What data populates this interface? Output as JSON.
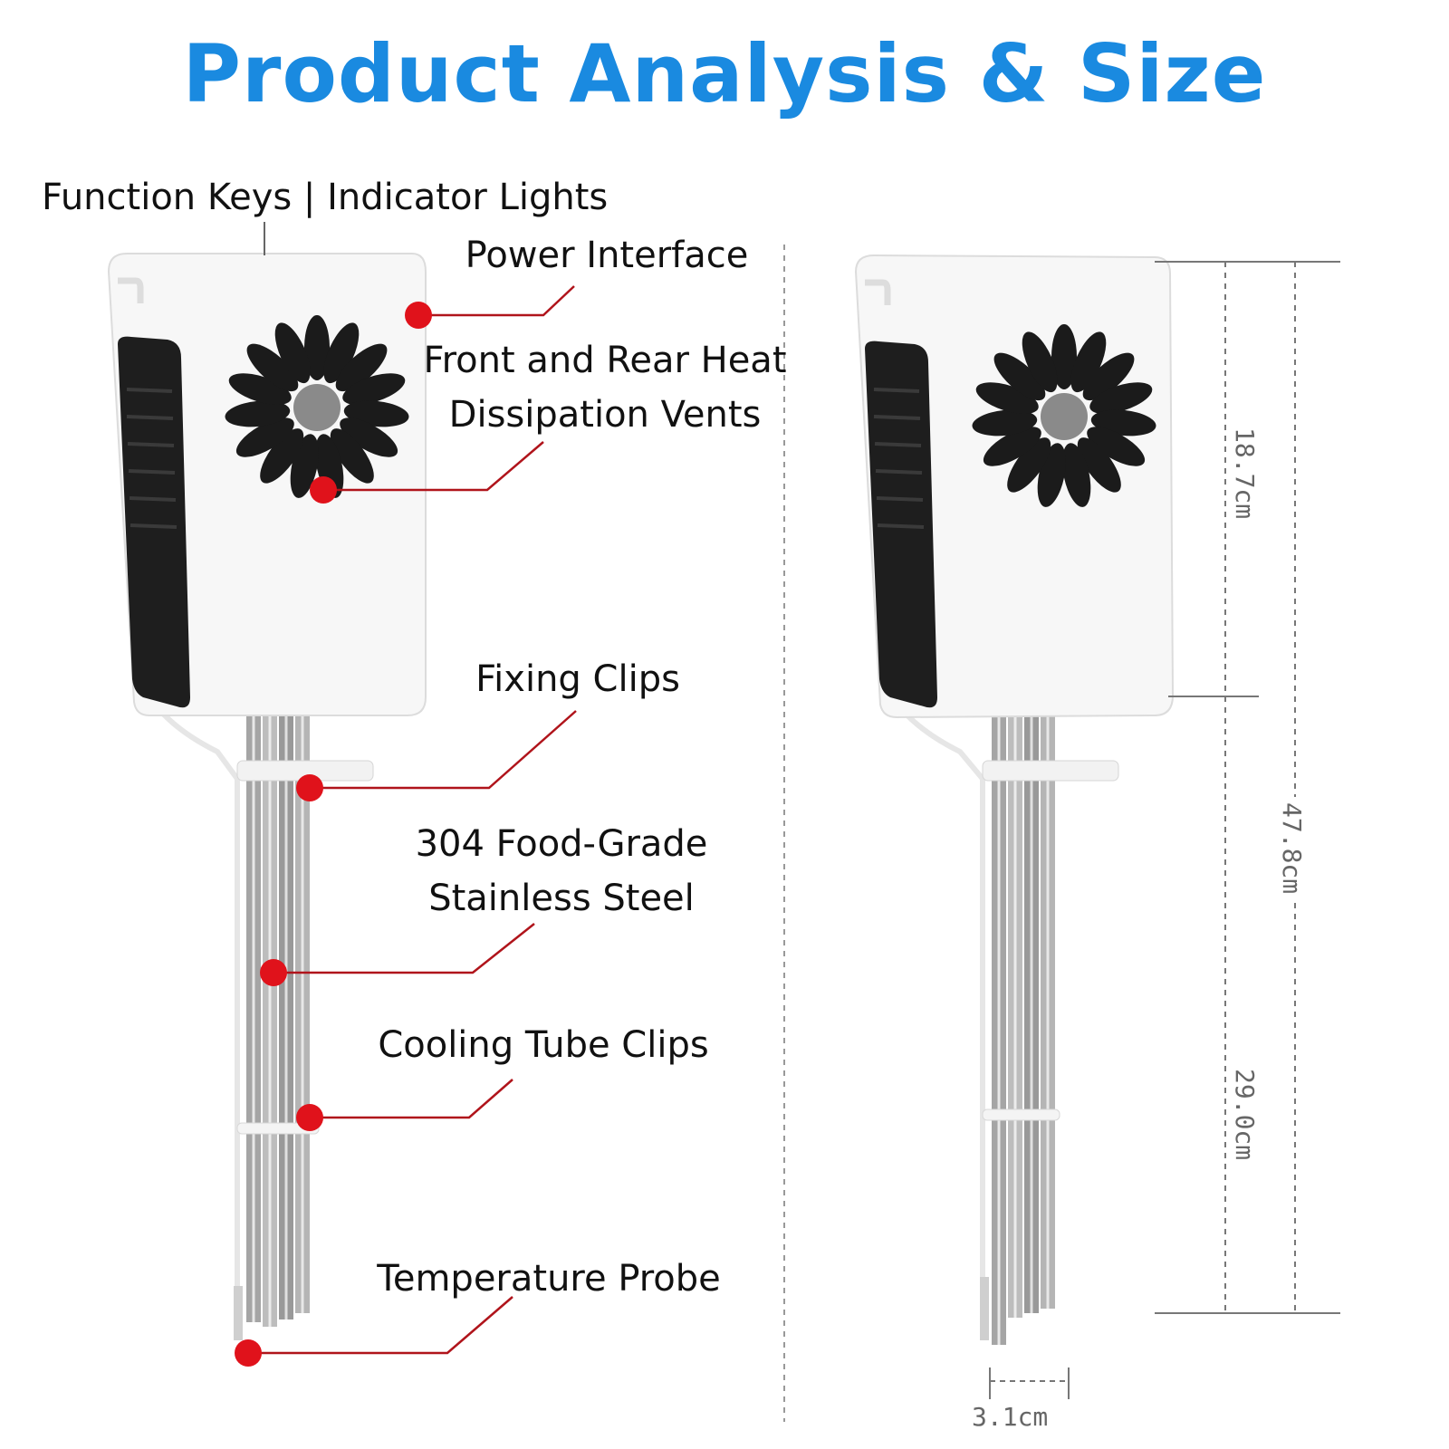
{
  "title": "Product Analysis & Size",
  "callouts": {
    "function_keys": "Function Keys | Indicator Lights",
    "power_interface": "Power Interface",
    "vents_line1": "Front and Rear Heat",
    "vents_line2": "Dissipation Vents",
    "fixing_clips": "Fixing Clips",
    "steel_line1": "304 Food-Grade",
    "steel_line2": "Stainless Steel",
    "cooling_tube_clips": "Cooling Tube Clips",
    "temperature_probe": "Temperature Probe"
  },
  "dimensions": {
    "control_box_height": "18.7cm",
    "total_height": "47.8cm",
    "tube_length": "29.0cm",
    "tube_bundle_width": "3.1cm"
  },
  "colors": {
    "title": "#1a8ae0",
    "callout_dot": "#e0121b",
    "callout_line": "#b0141b"
  }
}
